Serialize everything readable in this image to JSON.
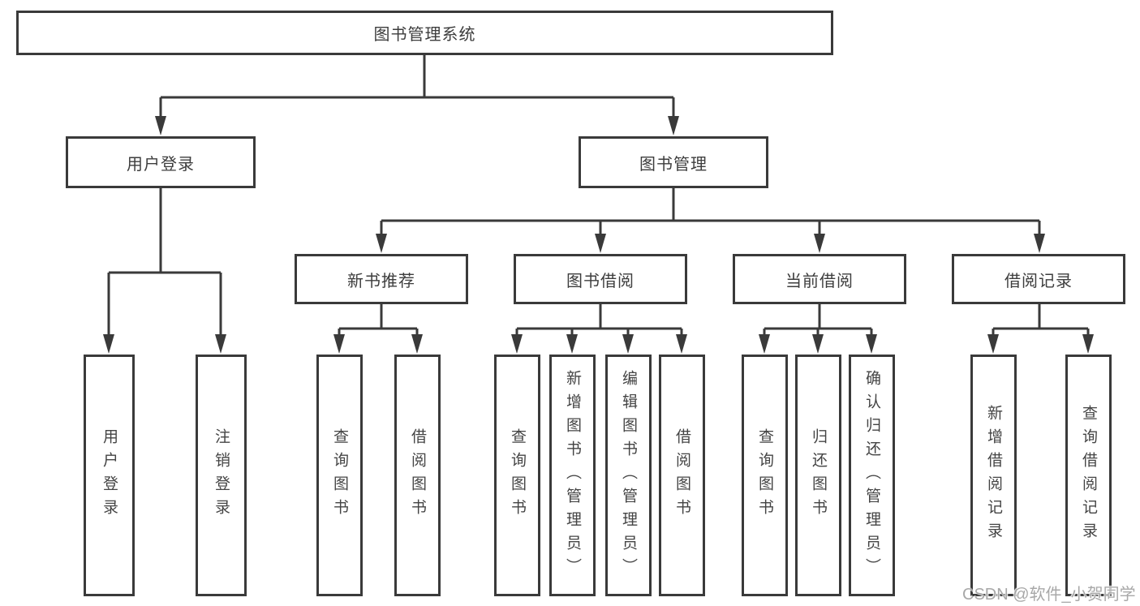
{
  "tree": {
    "root": "图书管理系统",
    "children": [
      {
        "label": "用户登录",
        "children": [
          "用户登录",
          "注销登录"
        ]
      },
      {
        "label": "图书管理",
        "children": [
          {
            "label": "新书推荐",
            "children": [
              "查询图书",
              "借阅图书"
            ]
          },
          {
            "label": "图书借阅",
            "children": [
              "查询图书",
              "新增图书（管理员）",
              "编辑图书（管理员）",
              "借阅图书"
            ]
          },
          {
            "label": "当前借阅",
            "children": [
              "查询图书",
              "归还图书",
              "确认归还（管理员）"
            ]
          },
          {
            "label": "借阅记录",
            "children": [
              "新增借阅记录",
              "查询借阅记录"
            ]
          }
        ]
      }
    ]
  },
  "watermark": {
    "text": "CSDN @软件_小贺同学"
  },
  "colors": {
    "line": "#3a3a3a",
    "box_border": "#3a3a3a",
    "text": "#3d3d3d",
    "background": "#ffffff",
    "watermark": "#a8a8a8"
  }
}
